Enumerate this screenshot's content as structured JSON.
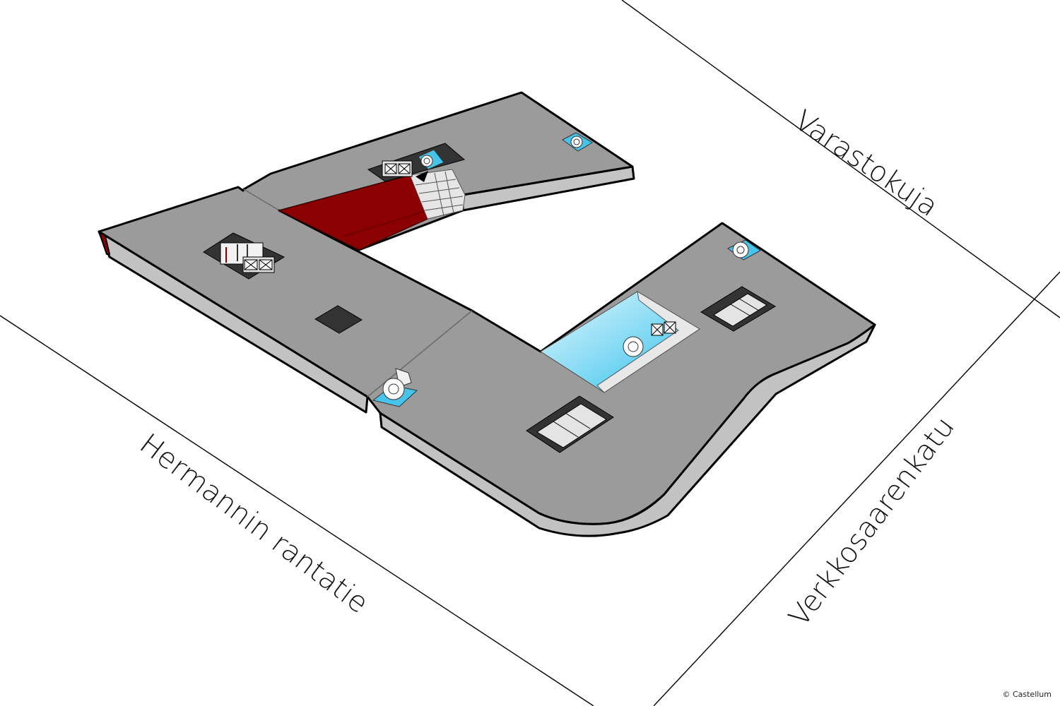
{
  "map": {
    "streets": [
      {
        "name": "Varastokuja"
      },
      {
        "name": "Hermannin rantatie"
      },
      {
        "name": "Verkkosaarenkatu"
      }
    ],
    "copyright": "© Castellum",
    "colors": {
      "floor": "#9b9b9b",
      "floor_side": "#bdbdbd",
      "highlight_space": "#8b0000",
      "glass_area": "#3fc6ee",
      "outline": "#000000",
      "street_line": "#000000"
    },
    "icons": [
      "stair-icon",
      "elevator-icon",
      "toilet-icon",
      "entrance-arrow-icon"
    ]
  }
}
